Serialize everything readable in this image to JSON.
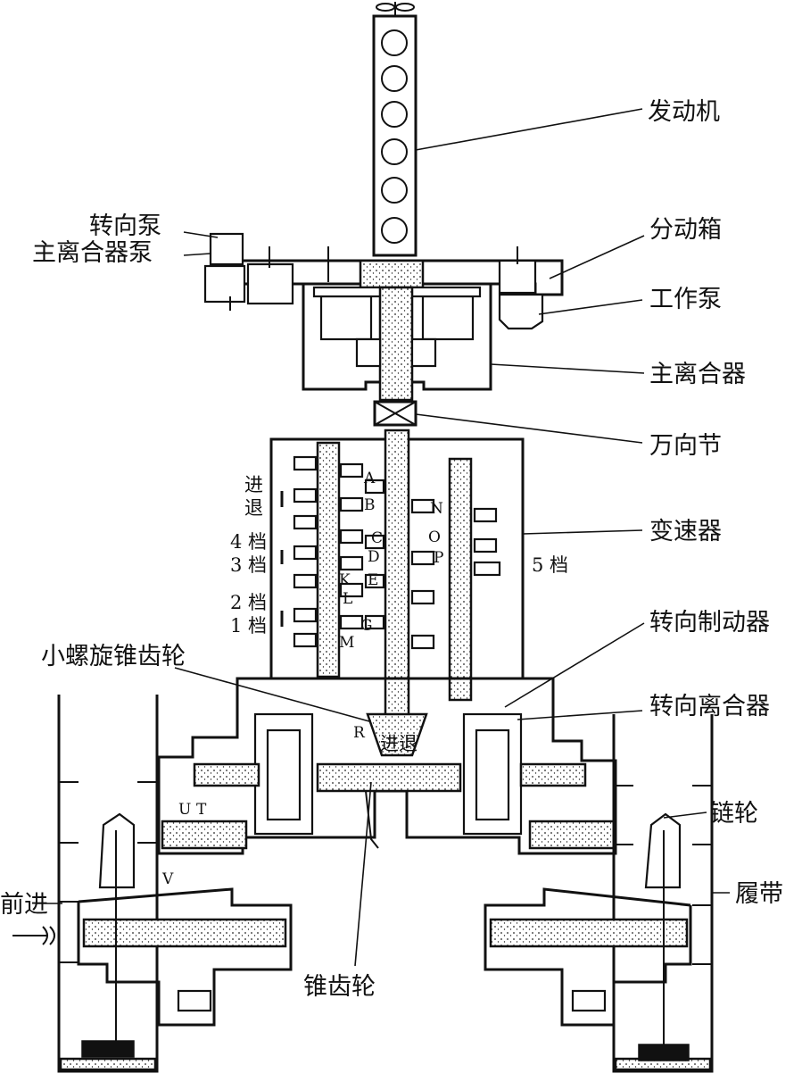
{
  "labels": {
    "engine": "发动机",
    "steering_pump": "转向泵",
    "main_clutch_pump": "主离合器泵",
    "transfer_case": "分动箱",
    "work_pump": "工作泵",
    "main_clutch": "主离合器",
    "universal_joint": "万向节",
    "gearbox": "变速器",
    "steering_brake": "转向制动器",
    "small_spiral_bevel": "小螺旋锥齿轮",
    "steering_clutch": "转向离合器",
    "sprocket": "链轮",
    "track": "履带",
    "forward": "前进",
    "bevel_gear": "锥齿轮",
    "fwd_rev_top": "进",
    "fwd_rev_bottom": "退",
    "gear_4": "4 档",
    "gear_3": "3 档",
    "gear_2": "2 档",
    "gear_1": "1 档",
    "gear_5": "5 档",
    "fwd_rev_mid": "进退"
  },
  "letters": [
    "A",
    "B",
    "C",
    "D",
    "E",
    "K",
    "L",
    "G",
    "M",
    "N",
    "O",
    "P",
    "R",
    "U",
    "T",
    "V"
  ]
}
